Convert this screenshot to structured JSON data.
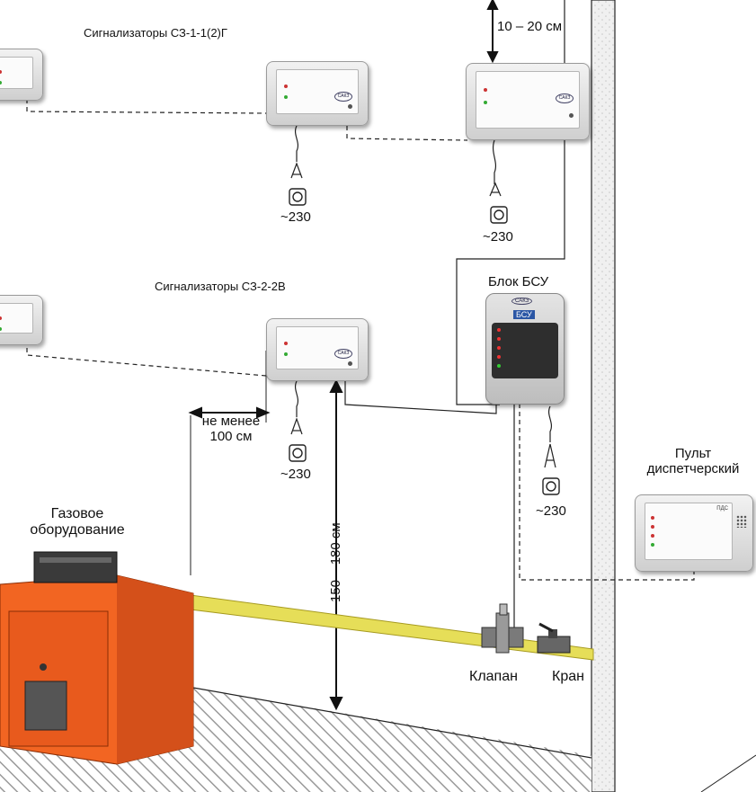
{
  "labels": {
    "gap_top": "10 – 20 см",
    "group1": "Сигнализаторы СЗ-1-1(2)Г",
    "group2": "Сигнализаторы  СЗ-2-2В",
    "power_a": "~230",
    "power_b": "~230",
    "power_c": "~230",
    "power_d": "~230",
    "bsu": "Блок БСУ",
    "distance_1": "не менее",
    "distance_2": "100 см",
    "height": "150 – 180 см",
    "gas_1": "Газовое",
    "gas_2": "оборудование",
    "valve": "Клапан",
    "tap": "Кран",
    "console_1": "Пульт",
    "console_2": "диспетчерский"
  },
  "devices": {
    "bsu_logo": "САКЗ",
    "bsu_brand": "БСУ",
    "console_title": "ПДС"
  },
  "colors": {
    "boiler": "#f26522",
    "gas_pipe": "#e8e060",
    "wall": "#e8e8e8"
  }
}
